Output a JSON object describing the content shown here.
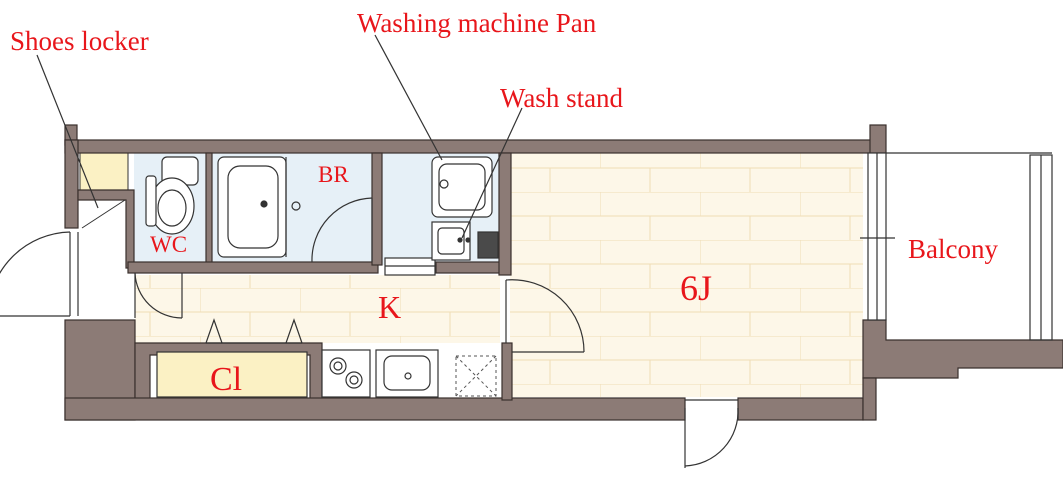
{
  "labels": {
    "shoes_locker": "Shoes locker",
    "washing_machine_pan": "Washing machine Pan",
    "wash_stand": "Wash stand",
    "br": "BR",
    "wc": "WC",
    "k": "K",
    "cl": "Cl",
    "room_6j": "6J",
    "balcony": "Balcony"
  },
  "colors": {
    "wall": "#8c7b76",
    "label_red": "#e8161b",
    "wet_area": "#e6f0f7",
    "floor_tile": "#fdf7e8",
    "closet_fill": "#fbf1c4",
    "line": "#333333"
  }
}
